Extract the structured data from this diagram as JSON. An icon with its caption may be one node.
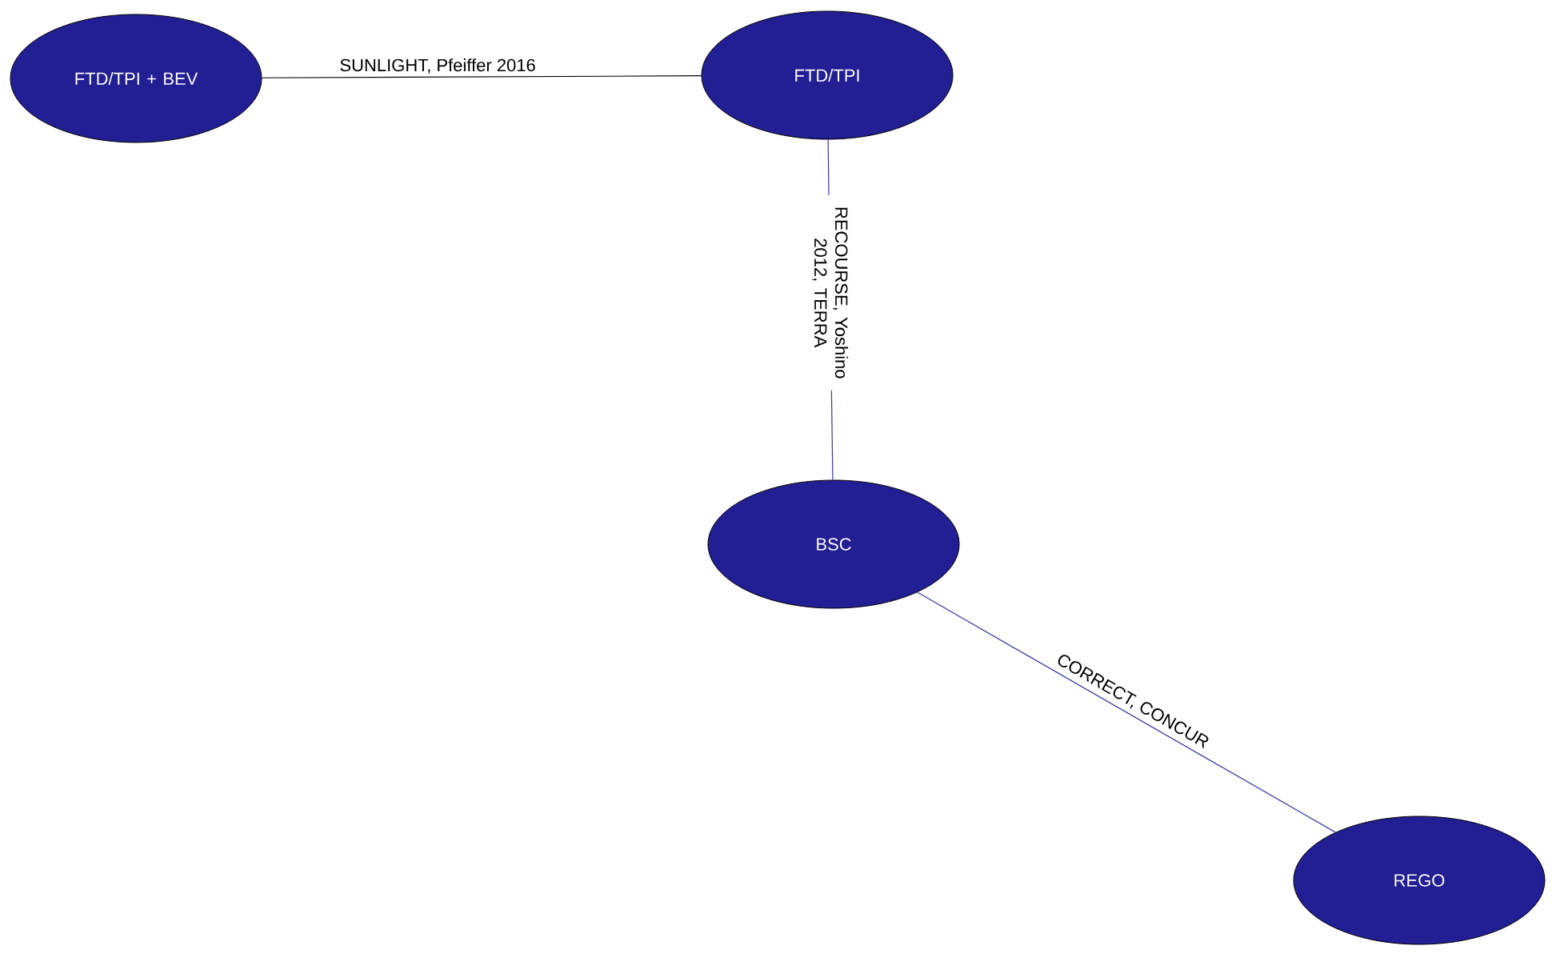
{
  "diagram": {
    "nodes": [
      {
        "text": [
          "FTD/TPI + BEV"
        ]
      },
      {
        "text": [
          "FTD/TPI"
        ]
      },
      {
        "text": [
          "BSC"
        ]
      },
      {
        "text": [
          "REGO"
        ]
      }
    ],
    "edges": [
      {
        "from": 0,
        "to": 1,
        "arrow": "none",
        "label": "SUNLIGHT, Pfeiffer 2016",
        "color": "#000000"
      },
      {
        "from": 1,
        "to": 2,
        "arrow": "none",
        "label": "RECOURSE, Yoshino 2012, TERRA"
      },
      {
        "from": 2,
        "to": 3,
        "arrow": "none",
        "label": "CORRECT, CONCUR"
      }
    ]
  }
}
